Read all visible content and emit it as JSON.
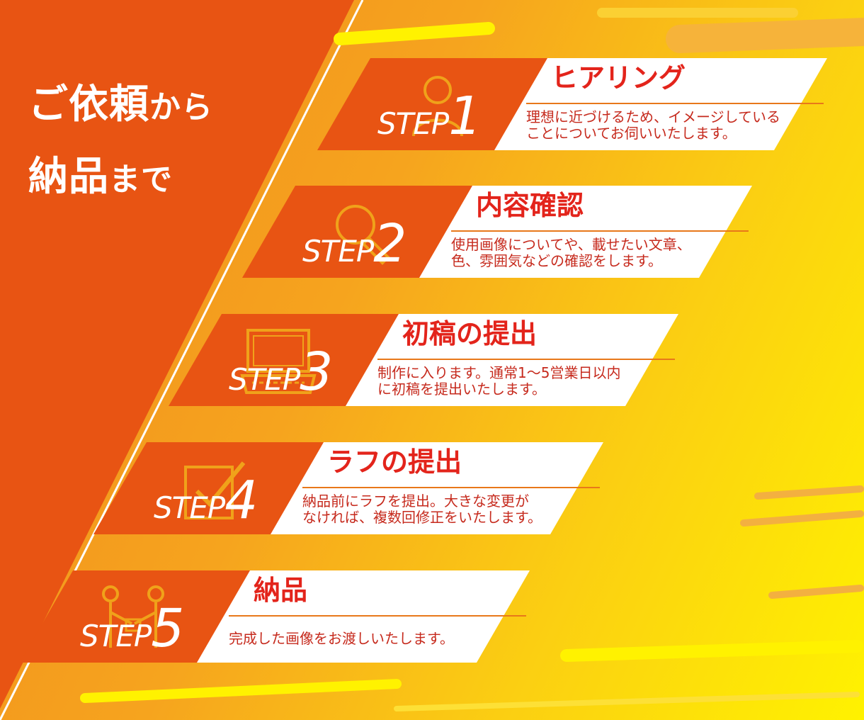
{
  "title": {
    "line1": [
      {
        "text": "ご",
        "size": "big"
      },
      {
        "text": "依頼",
        "size": "big"
      },
      {
        "text": "から",
        "size": "small"
      }
    ],
    "line2": [
      {
        "text": "納品",
        "size": "big"
      },
      {
        "text": "まで",
        "size": "small"
      }
    ]
  },
  "steps": [
    {
      "word": "STEP",
      "number": "1",
      "heading": "ヒアリング",
      "icon": "person-icon",
      "lines": [
        "理想に近づけるため、イメージしている",
        "ことについてお伺いいたします。"
      ]
    },
    {
      "word": "STEP",
      "number": "2",
      "heading": "内容確認",
      "icon": "magnifier-icon",
      "lines": [
        "使用画像についてや、載せたい文章、",
        "色、雰囲気などの確認をします。"
      ]
    },
    {
      "word": "STEP",
      "number": "3",
      "heading": "初稿の提出",
      "icon": "laptop-icon",
      "lines": [
        "制作に入ります。通常1～5営業日以内",
        "に初稿を提出いたします。"
      ]
    },
    {
      "word": "STEP",
      "number": "4",
      "heading": "ラフの提出",
      "icon": "checkbox-icon",
      "lines": [
        "納品前にラフを提出。大きな変更が",
        "なければ、複数回修正をいたします。"
      ]
    },
    {
      "word": "STEP",
      "number": "5",
      "heading": "納品",
      "icon": "handover-icon",
      "lines": [
        "完成した画像をお渡しいたします。"
      ]
    }
  ],
  "colors": {
    "primary_orange": "#e85413",
    "heading_red": "#e3241b",
    "text_red": "#c62a1d",
    "rule_orange": "#e8781a",
    "icon_outline": "#f0a21a"
  }
}
